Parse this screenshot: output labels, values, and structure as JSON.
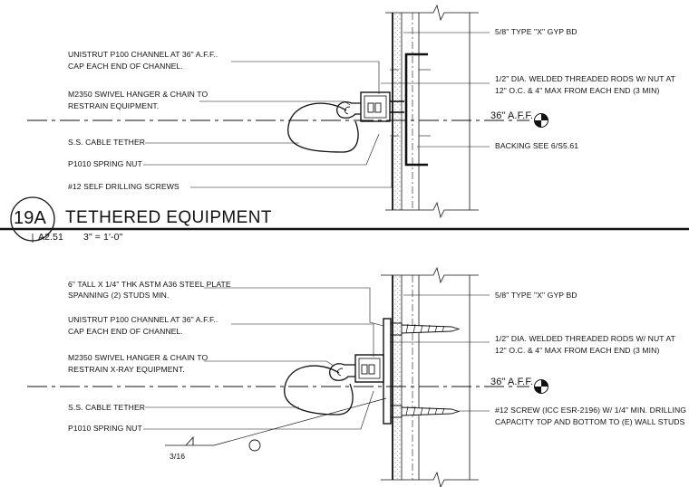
{
  "detail_top": {
    "notes_left": [
      "UNISTRUT P100 CHANNEL AT 36\" A.F.F..",
      "CAP EACH END OF CHANNEL.",
      "M2350 SWIVEL HANGER & CHAIN TO",
      "RESTRAIN EQUIPMENT.",
      "S.S. CABLE TETHER",
      "P1010 SPRING NUT",
      "#12 SELF DRILLING SCREWS"
    ],
    "notes_right": [
      "5/8\" TYPE \"X\" GYP BD",
      "1/2\" DIA. WELDED THREADED RODS W/ NUT AT",
      "12\" O.C. & 4\" MAX FROM EACH END (3 MIN)",
      "BACKING SEE 6/S5.61"
    ],
    "elevation_label": "36\" A.F.F."
  },
  "title_block": {
    "number": "19A",
    "title": "TETHERED EQUIPMENT",
    "sheet": "A2.51",
    "scale": "3\" = 1'-0\""
  },
  "detail_bottom": {
    "notes_left": [
      "6\" TALL X 1/4\" THK ASTM A36 STEEL PLATE",
      "SPANNING (2) STUDS MIN.",
      "UNISTRUT P100 CHANNEL AT 36\" A.F.F..",
      "CAP EACH END OF CHANNEL.",
      "M2350 SWIVEL HANGER & CHAIN TO",
      "RESTRAIN X-RAY EQUIPMENT.",
      "S.S. CABLE TETHER",
      "P1010 SPRING NUT"
    ],
    "notes_right": [
      "5/8\" TYPE \"X\" GYP BD",
      "1/2\" DIA. WELDED THREADED RODS W/ NUT AT",
      "12\" O.C. & 4\" MAX FROM EACH END (3 MIN)",
      "#12 SCREW (ICC ESR-2196) W/ 1/4\" MIN. DRILLING",
      "CAPACITY TOP AND BOTTOM TO (E) WALL STUDS"
    ],
    "elevation_label": "36\" A.F.F.",
    "weld_symbol": "3/16"
  }
}
